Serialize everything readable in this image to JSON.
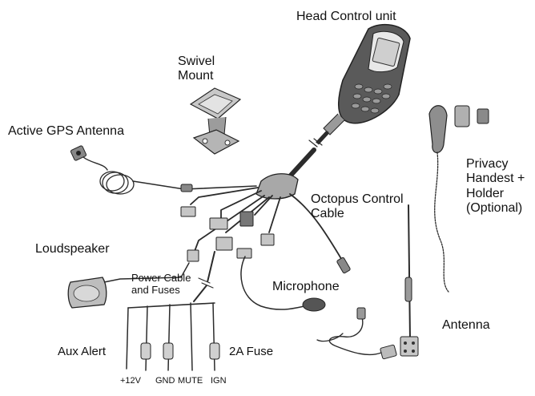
{
  "labels": {
    "head_control_unit": "Head Control unit",
    "swivel_mount": "Swivel\nMount",
    "active_gps_antenna": "Active GPS Antenna",
    "privacy_handset": "Privacy\nHandest +\nHolder\n(Optional)",
    "octopus_control_cable": "Octopus Control\nCable",
    "loudspeaker": "Loudspeaker",
    "power_cable_fuses": "Power Cable\nand Fuses",
    "microphone": "Microphone",
    "antenna": "Antenna",
    "aux_alert": "Aux Alert",
    "fuse_2a": "2A Fuse",
    "wire_12v": "+12V",
    "wire_gnd": "GND",
    "wire_mute": "MUTE",
    "wire_ign": "IGN"
  },
  "colors": {
    "line": "#2b2b2b",
    "component_fill": "#bdbdbd",
    "component_dark": "#4a4a4a",
    "screen": "#cfcfcf"
  }
}
